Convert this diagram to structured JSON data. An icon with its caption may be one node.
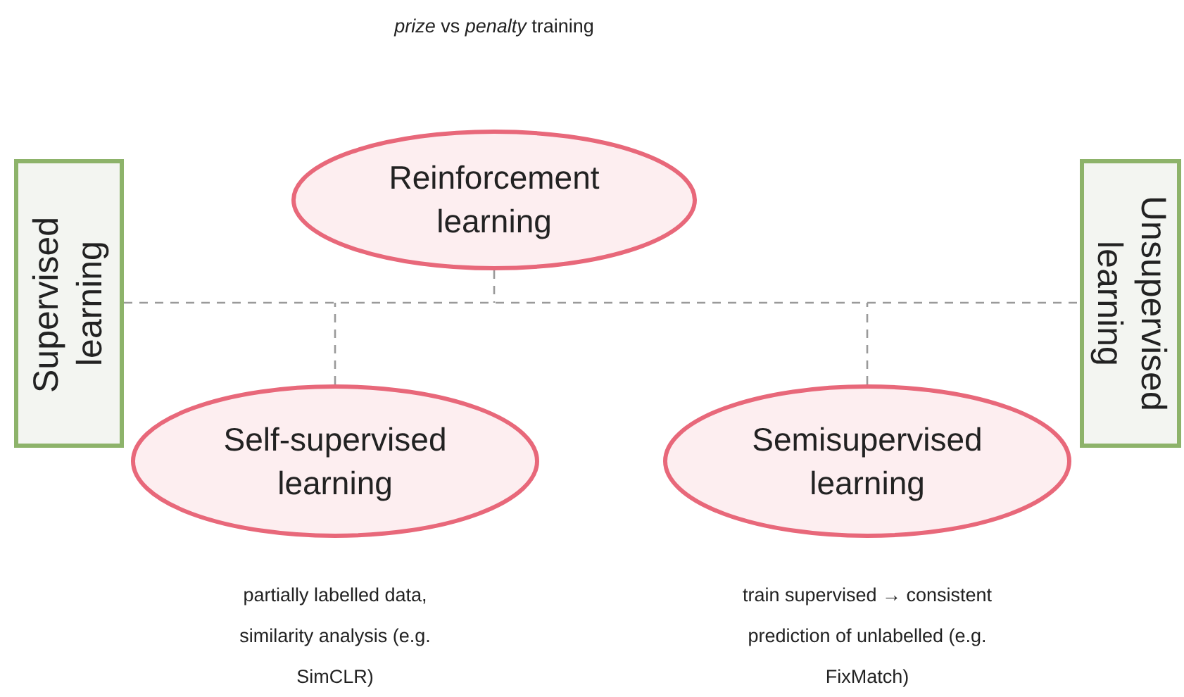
{
  "diagram": {
    "nodes": [
      {
        "text": [
          "Supervised learning"
        ]
      },
      {
        "text": [
          "Unsupervised learning"
        ]
      },
      {
        "text": [
          "Reinforcement learning"
        ]
      },
      {
        "text": [
          "Self-supervised learning"
        ],
        "beside": [
          "partially labelled data, similarity analysis (e.g. SimCLR)"
        ]
      },
      {
        "text": [
          "Semisupervised learning"
        ],
        "beside": [
          "train supervised → consistent prediction of unlabelled (e.g. FixMatch)"
        ]
      }
    ],
    "edges": [
      {
        "from": 0,
        "to": 1,
        "arrow": "none",
        "style": "dashed"
      },
      {
        "from": 2,
        "to": null,
        "arrow": "none",
        "style": "dashed"
      },
      {
        "from": 3,
        "to": null,
        "arrow": "none",
        "style": "dashed"
      },
      {
        "from": 4,
        "to": null,
        "arrow": "none",
        "style": "dashed"
      }
    ],
    "labels": [
      "*prize* vs *penalty* training"
    ]
  }
}
